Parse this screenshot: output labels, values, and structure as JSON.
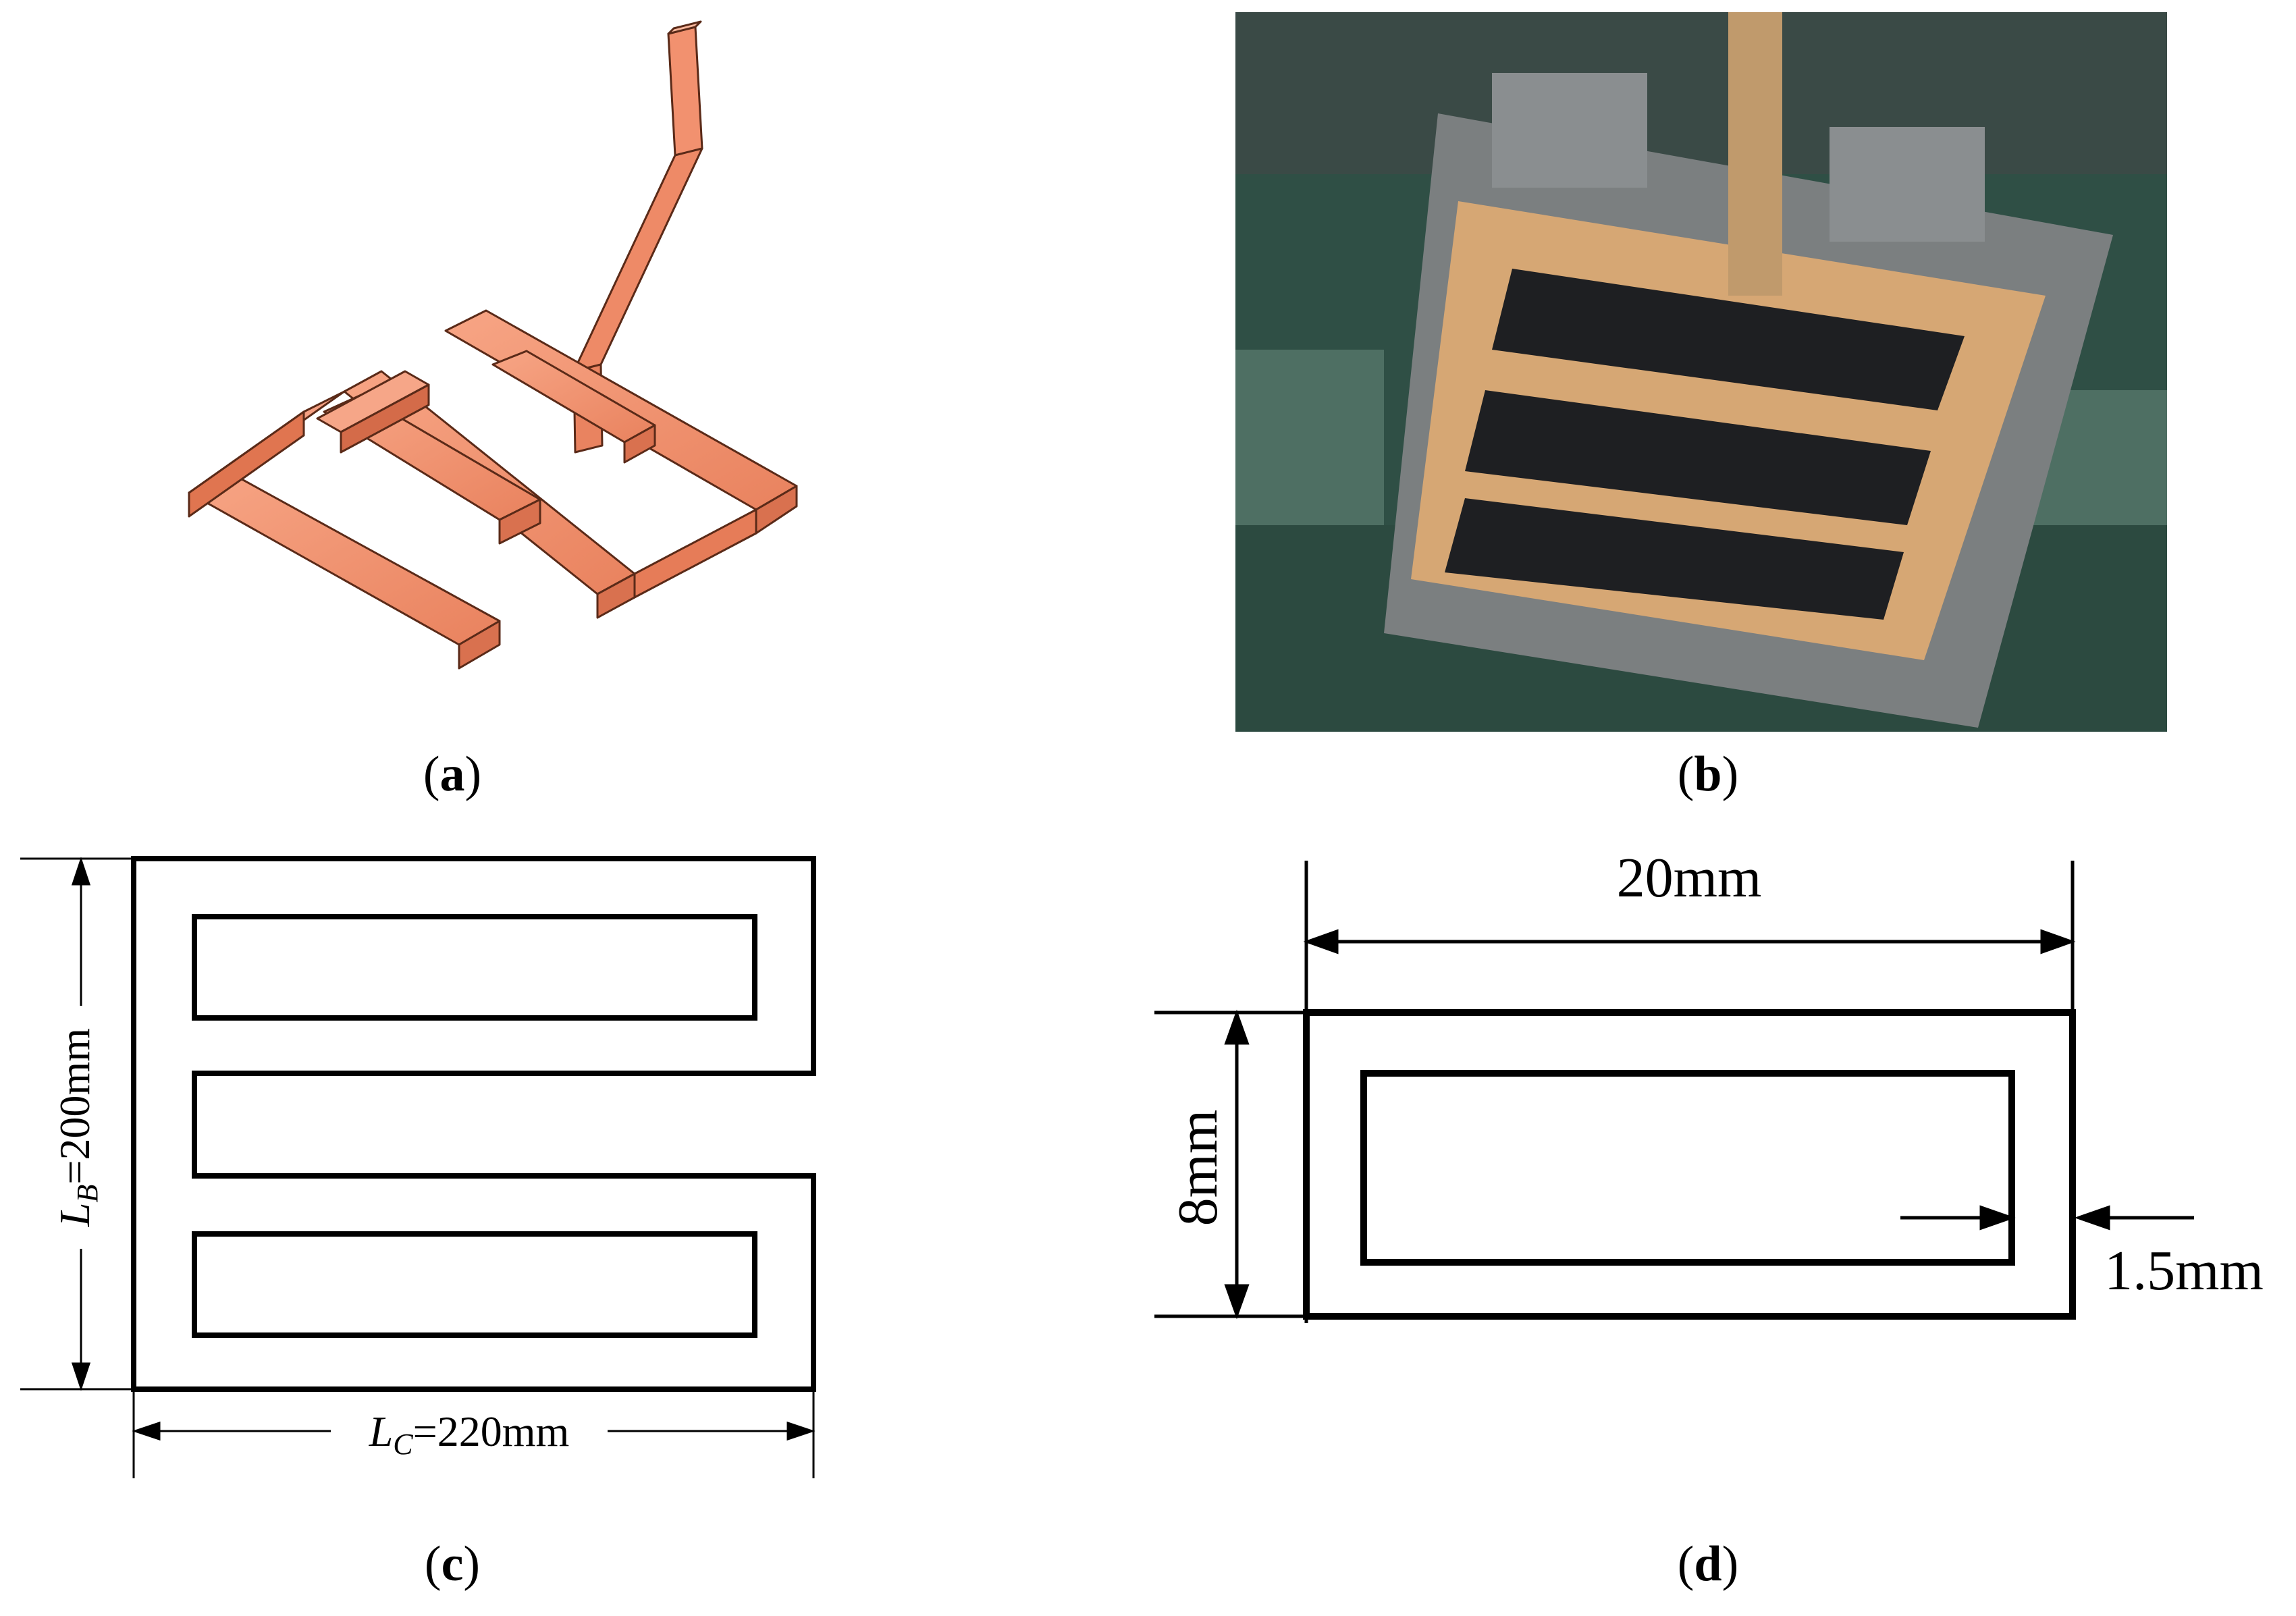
{
  "panels": {
    "a": {
      "letter": "a",
      "description_color": "#f4a080"
    },
    "b": {
      "letter": "b"
    },
    "c": {
      "letter": "c",
      "lb_symbol": "L",
      "lb_sub": "B",
      "lb_value": "=200mm",
      "lc_symbol": "L",
      "lc_sub": "C",
      "lc_value": "=220mm"
    },
    "d": {
      "letter": "d",
      "width_label": "20mm",
      "height_label": "8mm",
      "thickness_label": "1.5mm"
    }
  },
  "colors": {
    "copper": "#f08e6a",
    "copper_light": "#f7b49a",
    "copper_dark": "#c96a4b",
    "ink": "#000000"
  }
}
